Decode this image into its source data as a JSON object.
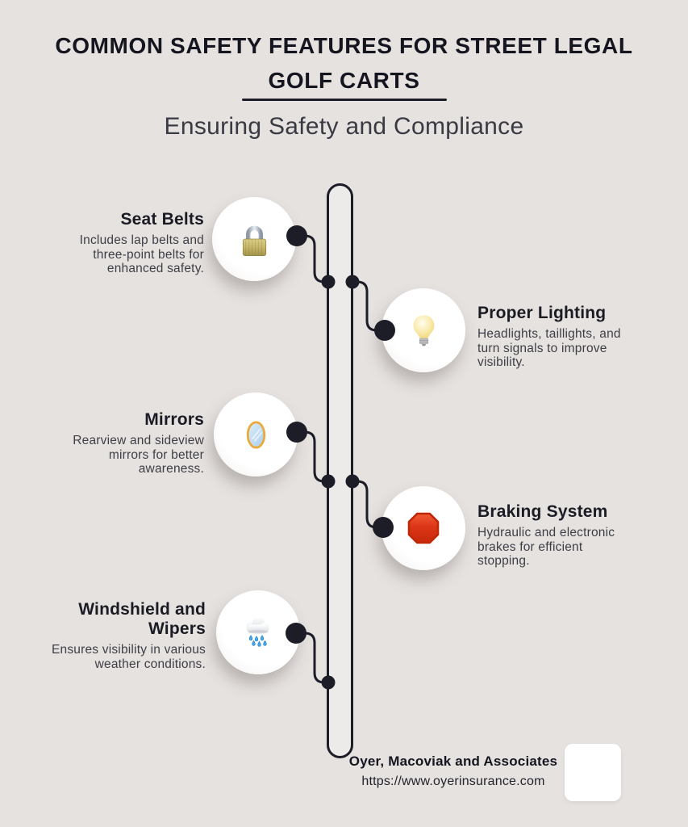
{
  "colors": {
    "background": "#e6e2e0",
    "ink": "#1d1d27",
    "body_text": "#3e3e46"
  },
  "header": {
    "title": "COMMON SAFETY FEATURES FOR STREET LEGAL\nGOLF CARTS",
    "subtitle": "Ensuring Safety and Compliance"
  },
  "items": [
    {
      "title": "Seat Belts",
      "description": "Includes lap belts and\nthree-point belts for\nenhanced safety.",
      "icon": "padlock-icon",
      "side": "left"
    },
    {
      "title": "Proper Lighting",
      "description": "Headlights, taillights, and\nturn signals to improve\nvisibility.",
      "icon": "light-bulb-icon",
      "side": "right"
    },
    {
      "title": "Mirrors",
      "description": "Rearview and sideview\nmirrors for better\nawareness.",
      "icon": "mirror-icon",
      "side": "left"
    },
    {
      "title": "Braking System",
      "description": "Hydraulic and electronic\nbrakes for efficient\nstopping.",
      "icon": "stop-sign-icon",
      "side": "right"
    },
    {
      "title": "Windshield and\nWipers",
      "description": "Ensures visibility in various\nweather conditions.",
      "icon": "rain-cloud-icon",
      "side": "left"
    }
  ],
  "footer": {
    "company": "Oyer, Macoviak and Associates",
    "website": "https://www.oyerinsurance.com"
  }
}
